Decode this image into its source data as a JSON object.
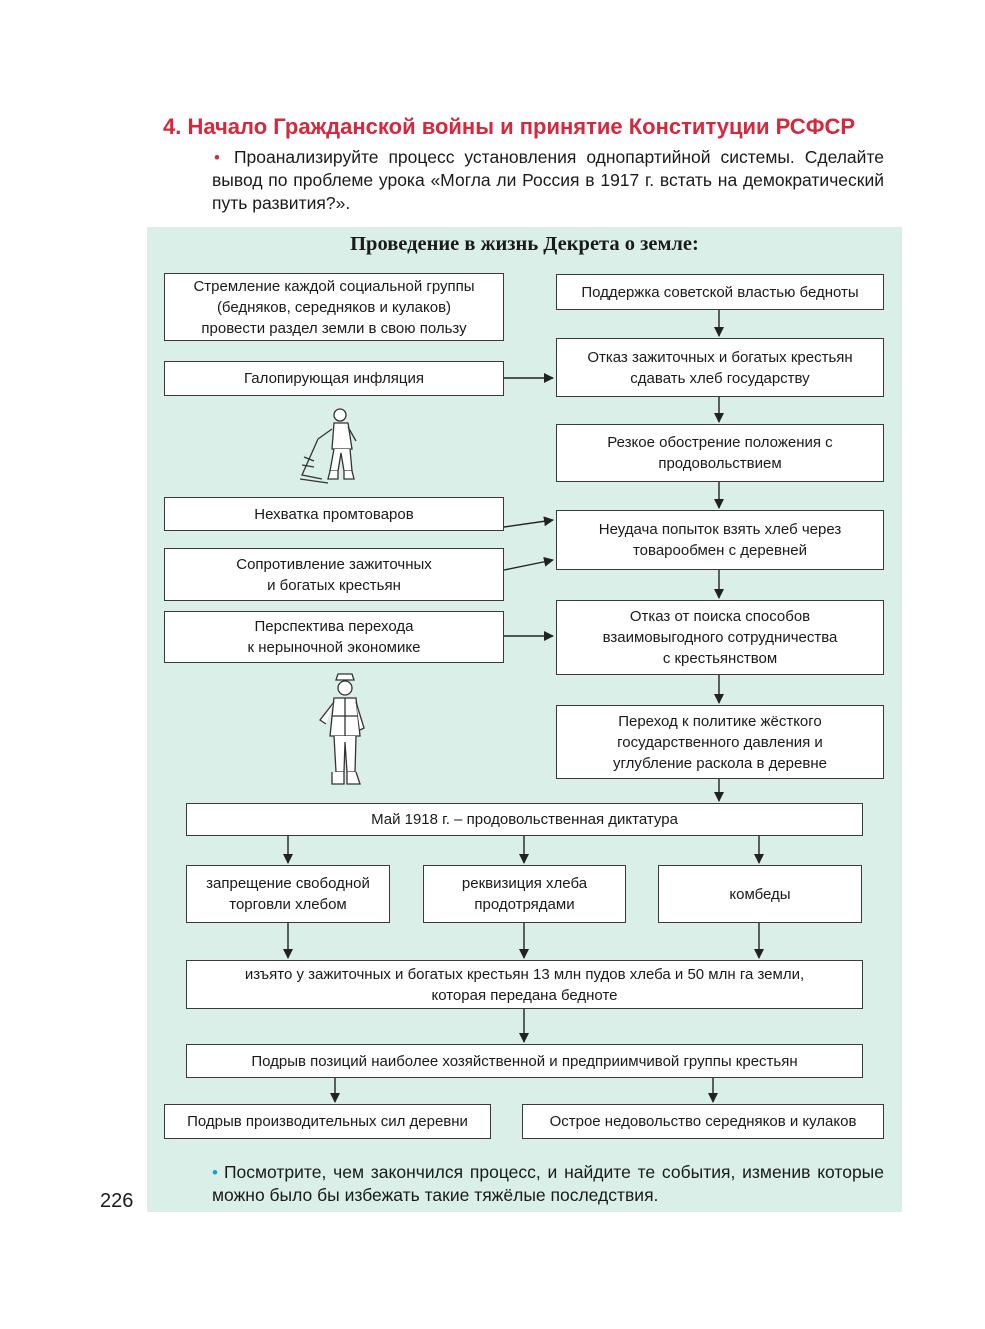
{
  "section": {
    "heading": "4. Начало Гражданской войны и принятие Конституции РСФСР"
  },
  "intro": {
    "bullet": "•",
    "text": "Проанализируйте процесс установления однопартийной системы. Сделайте вывод по проблеме урока «Могла ли Россия в 1917 г. встать на демократический путь развития?»."
  },
  "diagram": {
    "title": "Проведение в жизнь Декрета о земле:",
    "left": {
      "aspiration": "Стремление каждой социальной группы\n(бедняков, середняков и кулаков)\nпровести раздел земли в свою пользу",
      "inflation": "Галопирующая инфляция",
      "shortage": "Нехватка промтоваров",
      "resistance": "Сопротивление зажиточных\nи богатых крестьян",
      "prospect": "Перспектива перехода\nк нерыночной экономике"
    },
    "right": {
      "support": "Поддержка советской властью бедноты",
      "refusal": "Отказ зажиточных и богатых крестьян\nсдавать хлеб государству",
      "aggravation": "Резкое обострение положения с\nпродовольствием",
      "failure": "Неудача попыток взять хлеб через\nтоварообмен с деревней",
      "search": "Отказ от поиска способов\nвзаимовыгодного сотрудничества\nс крестьянством",
      "transition": "Переход к политике жёсткого\nгосударственного давления и\nуглубление раскола в деревне"
    },
    "dictatorship": "Май 1918 г. –  продовольственная диктатура",
    "measures": {
      "ban": "запрещение свободной\nторговли хлебом",
      "requisition": "реквизиция хлеба\nпродотрядами",
      "kombedy": "комбеды"
    },
    "seized": "изъято у зажиточных и богатых крестьян 13 млн пудов хлеба и 50 млн га земли,\nкоторая передана бедноте",
    "undermining": "Подрыв позиций наиболее хозяйственной и предприимчивой группы  крестьян",
    "results": {
      "forces": "Подрыв производительных сил деревни",
      "discontent": "Острое недовольство середняков и кулаков"
    }
  },
  "footer": {
    "bullet": "•",
    "text": "Посмотрите, чем закончился процесс, и найдите те события, изменив которые можно было бы избежать такие тяжёлые последствия."
  },
  "page_number": "226",
  "colors": {
    "heading": "#d6283c",
    "panel": "#d9efe8",
    "footer_bullet": "#1a9bd6"
  },
  "icons": [
    "peasant-with-plough-figure",
    "commissar-figure"
  ]
}
